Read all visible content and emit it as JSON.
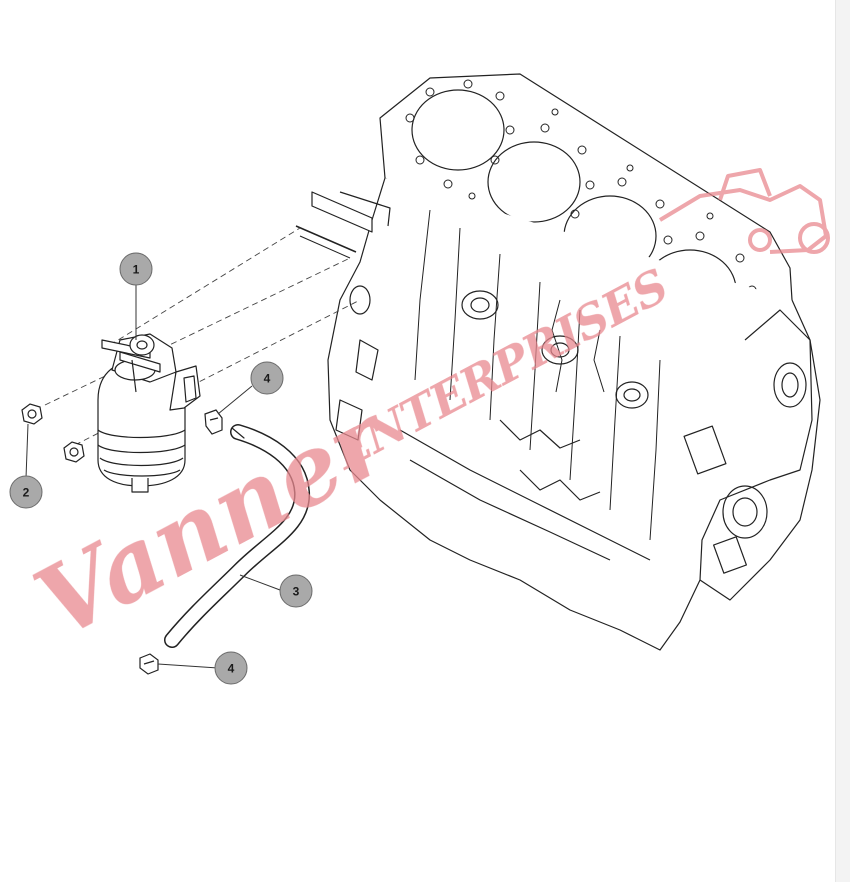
{
  "diagram": {
    "callouts": [
      {
        "id": "c1",
        "label": "1"
      },
      {
        "id": "c2",
        "label": "2"
      },
      {
        "id": "c3",
        "label": "3"
      },
      {
        "id": "c4a",
        "label": "4"
      },
      {
        "id": "c4b",
        "label": "4"
      }
    ],
    "watermark": {
      "text": "VannerENTERPRISES",
      "color": "#e8898f"
    },
    "colors": {
      "line": "#222222",
      "callout_fill": "#a9a9a9",
      "callout_stroke": "#6b6b6b"
    }
  }
}
